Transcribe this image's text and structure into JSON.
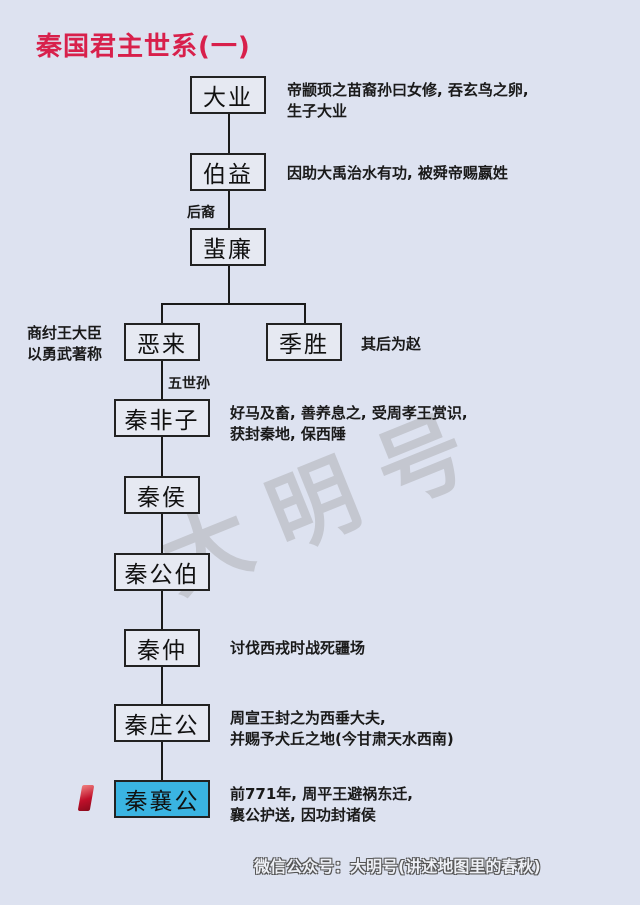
{
  "title": "秦国君主世系(一)",
  "watermark": "大明号",
  "nodes": {
    "daye": "大业",
    "boyi": "伯益",
    "feilian": "蜚廉",
    "elai": "恶来",
    "jisheng": "季胜",
    "qinfeizi": "秦非子",
    "qinhou": "秦侯",
    "qingongbo": "秦公伯",
    "qinzhong": "秦仲",
    "qinzhuanggong": "秦庄公",
    "qinxianggong": "秦襄公"
  },
  "edge_labels": {
    "boyi_to_feilian": "后裔",
    "elai_to_qinfeizi": "五世孙"
  },
  "notes": {
    "daye": [
      "帝颛顼之苗裔孙曰女修, 吞玄鸟之卵,",
      "生子大业"
    ],
    "boyi": [
      "因助大禹治水有功, 被舜帝赐嬴姓"
    ],
    "elai": [
      "商纣王大臣",
      "以勇武著称"
    ],
    "jisheng": [
      "其后为赵"
    ],
    "qinfeizi": [
      "好马及畜, 善养息之, 受周孝王赏识,",
      "获封秦地, 保西陲"
    ],
    "qinzhong": [
      "讨伐西戎时战死疆场"
    ],
    "qinzhuanggong": [
      "周宣王封之为西垂大夫,",
      "并赐予犬丘之地(今甘肃天水西南)"
    ],
    "qinxianggong": [
      "前771年, 周平王避祸东迁,",
      "襄公护送, 因功封诸侯"
    ]
  },
  "highlight_color": "#3ab4e2",
  "title_color": "#d8204b",
  "footer": "微信公众号：大明号(讲述地图里的春秋)"
}
